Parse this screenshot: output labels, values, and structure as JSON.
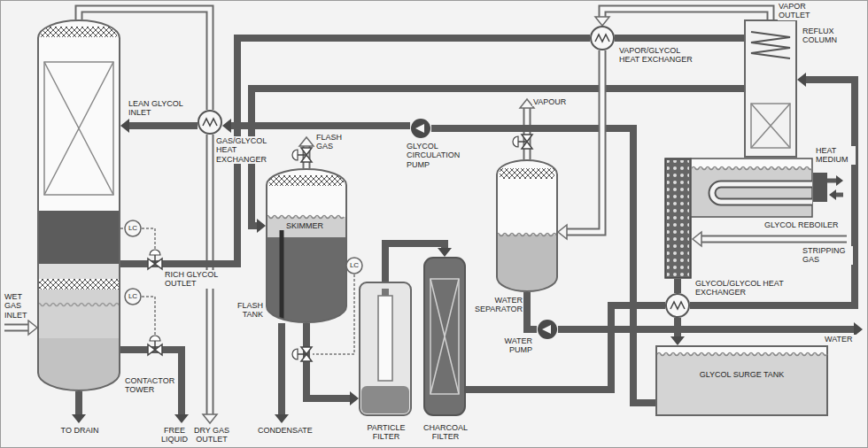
{
  "diagram": {
    "nodes": [
      {
        "text": [
          "CONTACTOR TOWER"
        ]
      },
      {
        "text": [
          "LC"
        ]
      },
      {
        "text": [
          "LC"
        ]
      },
      {
        "text": [
          "GAS/GLYCOL HEAT EXCHANGER"
        ]
      },
      {
        "text": [
          "SKIMMER",
          "FLASH TANK"
        ]
      },
      {
        "text": [
          "LC"
        ]
      },
      {
        "text": [
          "GLYCOL CIRCULATION PUMP"
        ]
      },
      {
        "text": [
          "PARTICLE FILTER"
        ]
      },
      {
        "text": [
          "CHARCOAL FILTER"
        ]
      },
      {
        "text": [
          "WATER SEPARATOR"
        ]
      },
      {
        "text": [
          "WATER PUMP"
        ]
      },
      {
        "text": [
          "VAPOR/GLYCOL HEAT EXCHANGER"
        ]
      },
      {
        "text": [
          "REFLUX COLUMN"
        ]
      },
      {
        "text": [
          "GLYCOL REBOILER"
        ]
      },
      {
        "text": [
          "GLYCOL/GLYCOL HEAT EXCHANGER"
        ]
      },
      {
        "text": [
          "GLYCOL SURGE TANK"
        ]
      }
    ],
    "edges": [
      {
        "from": 0,
        "to": 3,
        "arrow": "none"
      },
      {
        "from": 6,
        "to": 3,
        "arrow": "to"
      },
      {
        "from": 3,
        "to": 0,
        "arrow": "to"
      },
      {
        "from": 0,
        "to": 11,
        "arrow": "none"
      },
      {
        "from": 11,
        "to": 12,
        "arrow": "none"
      },
      {
        "from": 12,
        "to": 4,
        "arrow": "to"
      },
      {
        "from": 4,
        "to": 7,
        "arrow": "to"
      },
      {
        "from": 7,
        "to": 8,
        "arrow": "to"
      },
      {
        "from": 8,
        "to": 14,
        "arrow": "none"
      },
      {
        "from": 14,
        "to": 12,
        "arrow": "to"
      },
      {
        "from": 13,
        "to": 14,
        "arrow": "none"
      },
      {
        "from": 14,
        "to": 15,
        "arrow": "to"
      },
      {
        "from": 15,
        "to": 6,
        "arrow": "none"
      },
      {
        "from": 12,
        "to": 11,
        "arrow": "to"
      },
      {
        "from": 11,
        "to": 9,
        "arrow": "to"
      },
      {
        "from": 9,
        "to": 10,
        "arrow": "none"
      }
    ],
    "labels": [
      "LEAN GLYCOL INLET",
      "RICH GLYCOL OUTLET",
      "WET GAS INLET",
      "TO DRAIN",
      "FREE LIQUID",
      "DRY GAS OUTLET",
      "FLASH GAS",
      "CONDENSATE",
      "VAPOUR",
      "WATER",
      "VAPOR OUTLET",
      "HEAT MEDIUM",
      "STRIPPING GAS"
    ]
  }
}
